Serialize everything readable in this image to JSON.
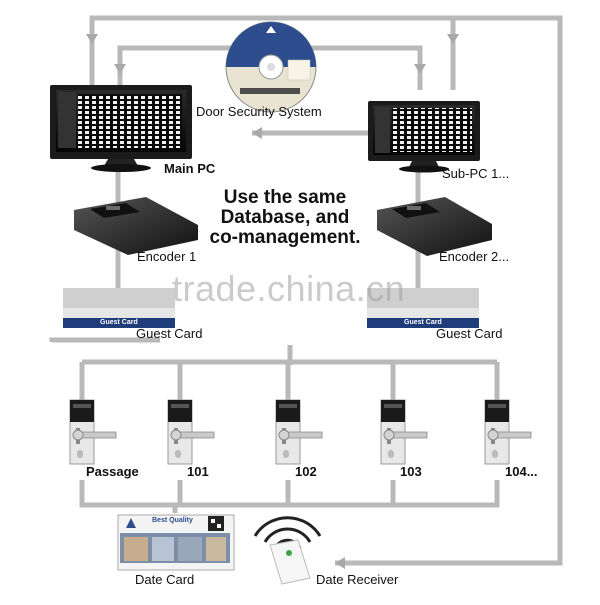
{
  "title": "Door Security System",
  "headline": [
    "Use the same",
    "Database, and",
    "co-management."
  ],
  "main_pc": "Main PC",
  "sub_pc": "Sub-PC 1...",
  "encoder_1": "Encoder 1",
  "encoder_2": "Encoder 2...",
  "guest_card_1": "Guest Card",
  "guest_card_2": "Guest Card",
  "card_stripe_text": "Guest Card",
  "locks": [
    "Passage",
    "101",
    "102",
    "103",
    "104..."
  ],
  "date_card": "Date Card",
  "date_receiver": "Date Receiver",
  "date_card_badge": "Best Quality",
  "watermark": "trade.china.cn",
  "colors": {
    "line": "#b9b9b9",
    "card_blue": "#1f3d7a",
    "monitor": "#1b1b1b"
  }
}
